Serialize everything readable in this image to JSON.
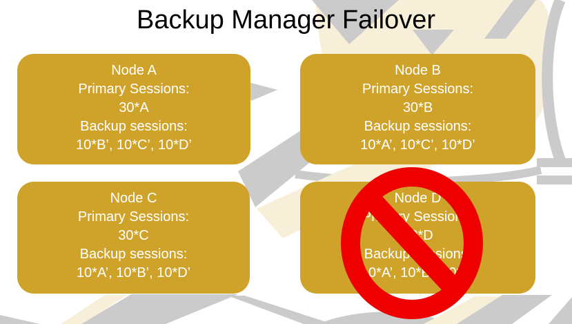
{
  "title": "Backup Manager Failover",
  "nodes": [
    {
      "name": "Node A",
      "primary_label": "Primary Sessions:",
      "primary_value": "30*A",
      "backup_label": "Backup sessions:",
      "backup_value": "10*B’, 10*C’, 10*D’",
      "status": "active"
    },
    {
      "name": "Node B",
      "primary_label": "Primary Sessions:",
      "primary_value": "30*B",
      "backup_label": "Backup sessions:",
      "backup_value": "10*A’, 10*C’, 10*D’",
      "status": "active"
    },
    {
      "name": "Node C",
      "primary_label": "Primary Sessions:",
      "primary_value": "30*C",
      "backup_label": "Backup sessions:",
      "backup_value": "10*A’, 10*B’, 10*D’",
      "status": "active"
    },
    {
      "name": "Node D",
      "primary_label": "Primary Sessions:",
      "primary_value": "30*D",
      "backup_label": "Backup sessions:",
      "backup_value": "10*A’, 10*B’, 10*C’",
      "status": "failed"
    }
  ],
  "failure_indicator": {
    "over_node": "Node D",
    "icon": "prohibition-icon"
  },
  "colors": {
    "node_fill": "#CFA32A",
    "node_text": "#FFFFFF",
    "title_text": "#000000",
    "prohibition_red": "#EE0000",
    "watermark_cream": "#F7EFD8",
    "watermark_gray": "#CBCBCB"
  }
}
